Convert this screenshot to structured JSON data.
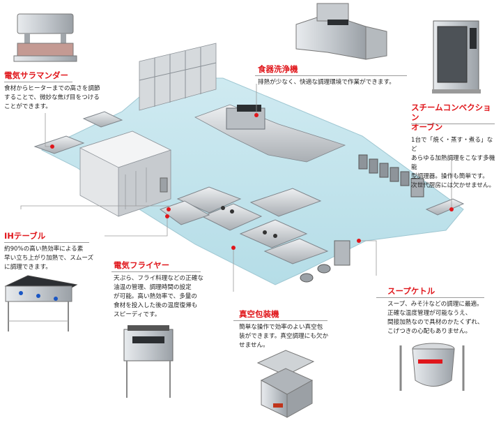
{
  "colors": {
    "accent": "#e0161b",
    "floor": "#c4e6ee",
    "leader": "#9a9a9a",
    "steel": "#c9cdd1"
  },
  "callouts": {
    "salamander": {
      "title": "電気サラマンダー",
      "desc": "食材からヒーターまでの高さを調節\nすることで、微妙な焦げ目をつける\nことができます。"
    },
    "dishwasher": {
      "title": "食器洗浄機",
      "desc": "排熱が少なく、快適な調理環境で作業ができます。"
    },
    "steam": {
      "title": "スチームコンベクション\nオーブン",
      "desc": "1台で「焼く・蒸す・煮る」など\nあらゆる加熱調理をこなす多機能\n型調理器。操作も簡単です。\n次世代厨房には欠かせません。"
    },
    "ih": {
      "title": "IHテーブル",
      "desc": "約90%の高い熱効率による素\n早い立ち上がり加熱で、スムーズ\nに調理できます。"
    },
    "fryer": {
      "title": "電気フライヤー",
      "desc": "天ぷら、フライ料理などの正確な\n油温の管理、調理時間の設定\nが可能。高い熱効率で、多量の\n食材を投入した後の温度復帰も\nスピーディです。"
    },
    "vacuum": {
      "title": "真空包装機",
      "desc": "簡単な操作で効率のよい真空包\n装ができます。真空調理にも欠か\nせません。"
    },
    "kettle": {
      "title": "スープケトル",
      "desc": "スープ、みそ汁などの調理に最適。\n正確な温度管理が可能なうえ、\n間接加熱なので具材のかたくずれ、\nこげつきの心配もありません。"
    }
  },
  "icons": [
    "salamander-machine",
    "dishwasher-machine",
    "combi-oven",
    "ih-table",
    "electric-fryer",
    "vacuum-packer",
    "soup-kettle"
  ]
}
